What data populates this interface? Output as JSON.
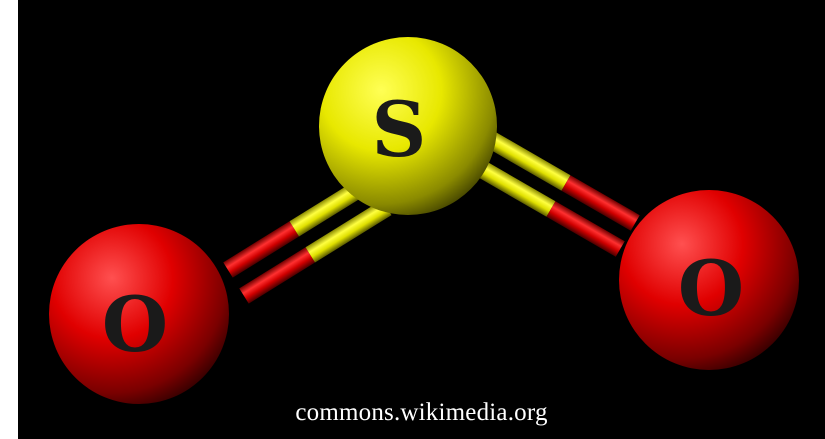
{
  "molecule": {
    "atoms": [
      {
        "id": "oxygen-left",
        "label": "O",
        "element": "oxygen",
        "color": "#e60000"
      },
      {
        "id": "sulfur",
        "label": "S",
        "element": "sulfur",
        "color": "#e6e600"
      },
      {
        "id": "oxygen-right",
        "label": "O",
        "element": "oxygen",
        "color": "#e60000"
      }
    ],
    "bonds": [
      {
        "from": "sulfur",
        "to": "oxygen-left",
        "order": 2
      },
      {
        "from": "sulfur",
        "to": "oxygen-right",
        "order": 2
      }
    ]
  },
  "credit": "commons.wikimedia.org"
}
